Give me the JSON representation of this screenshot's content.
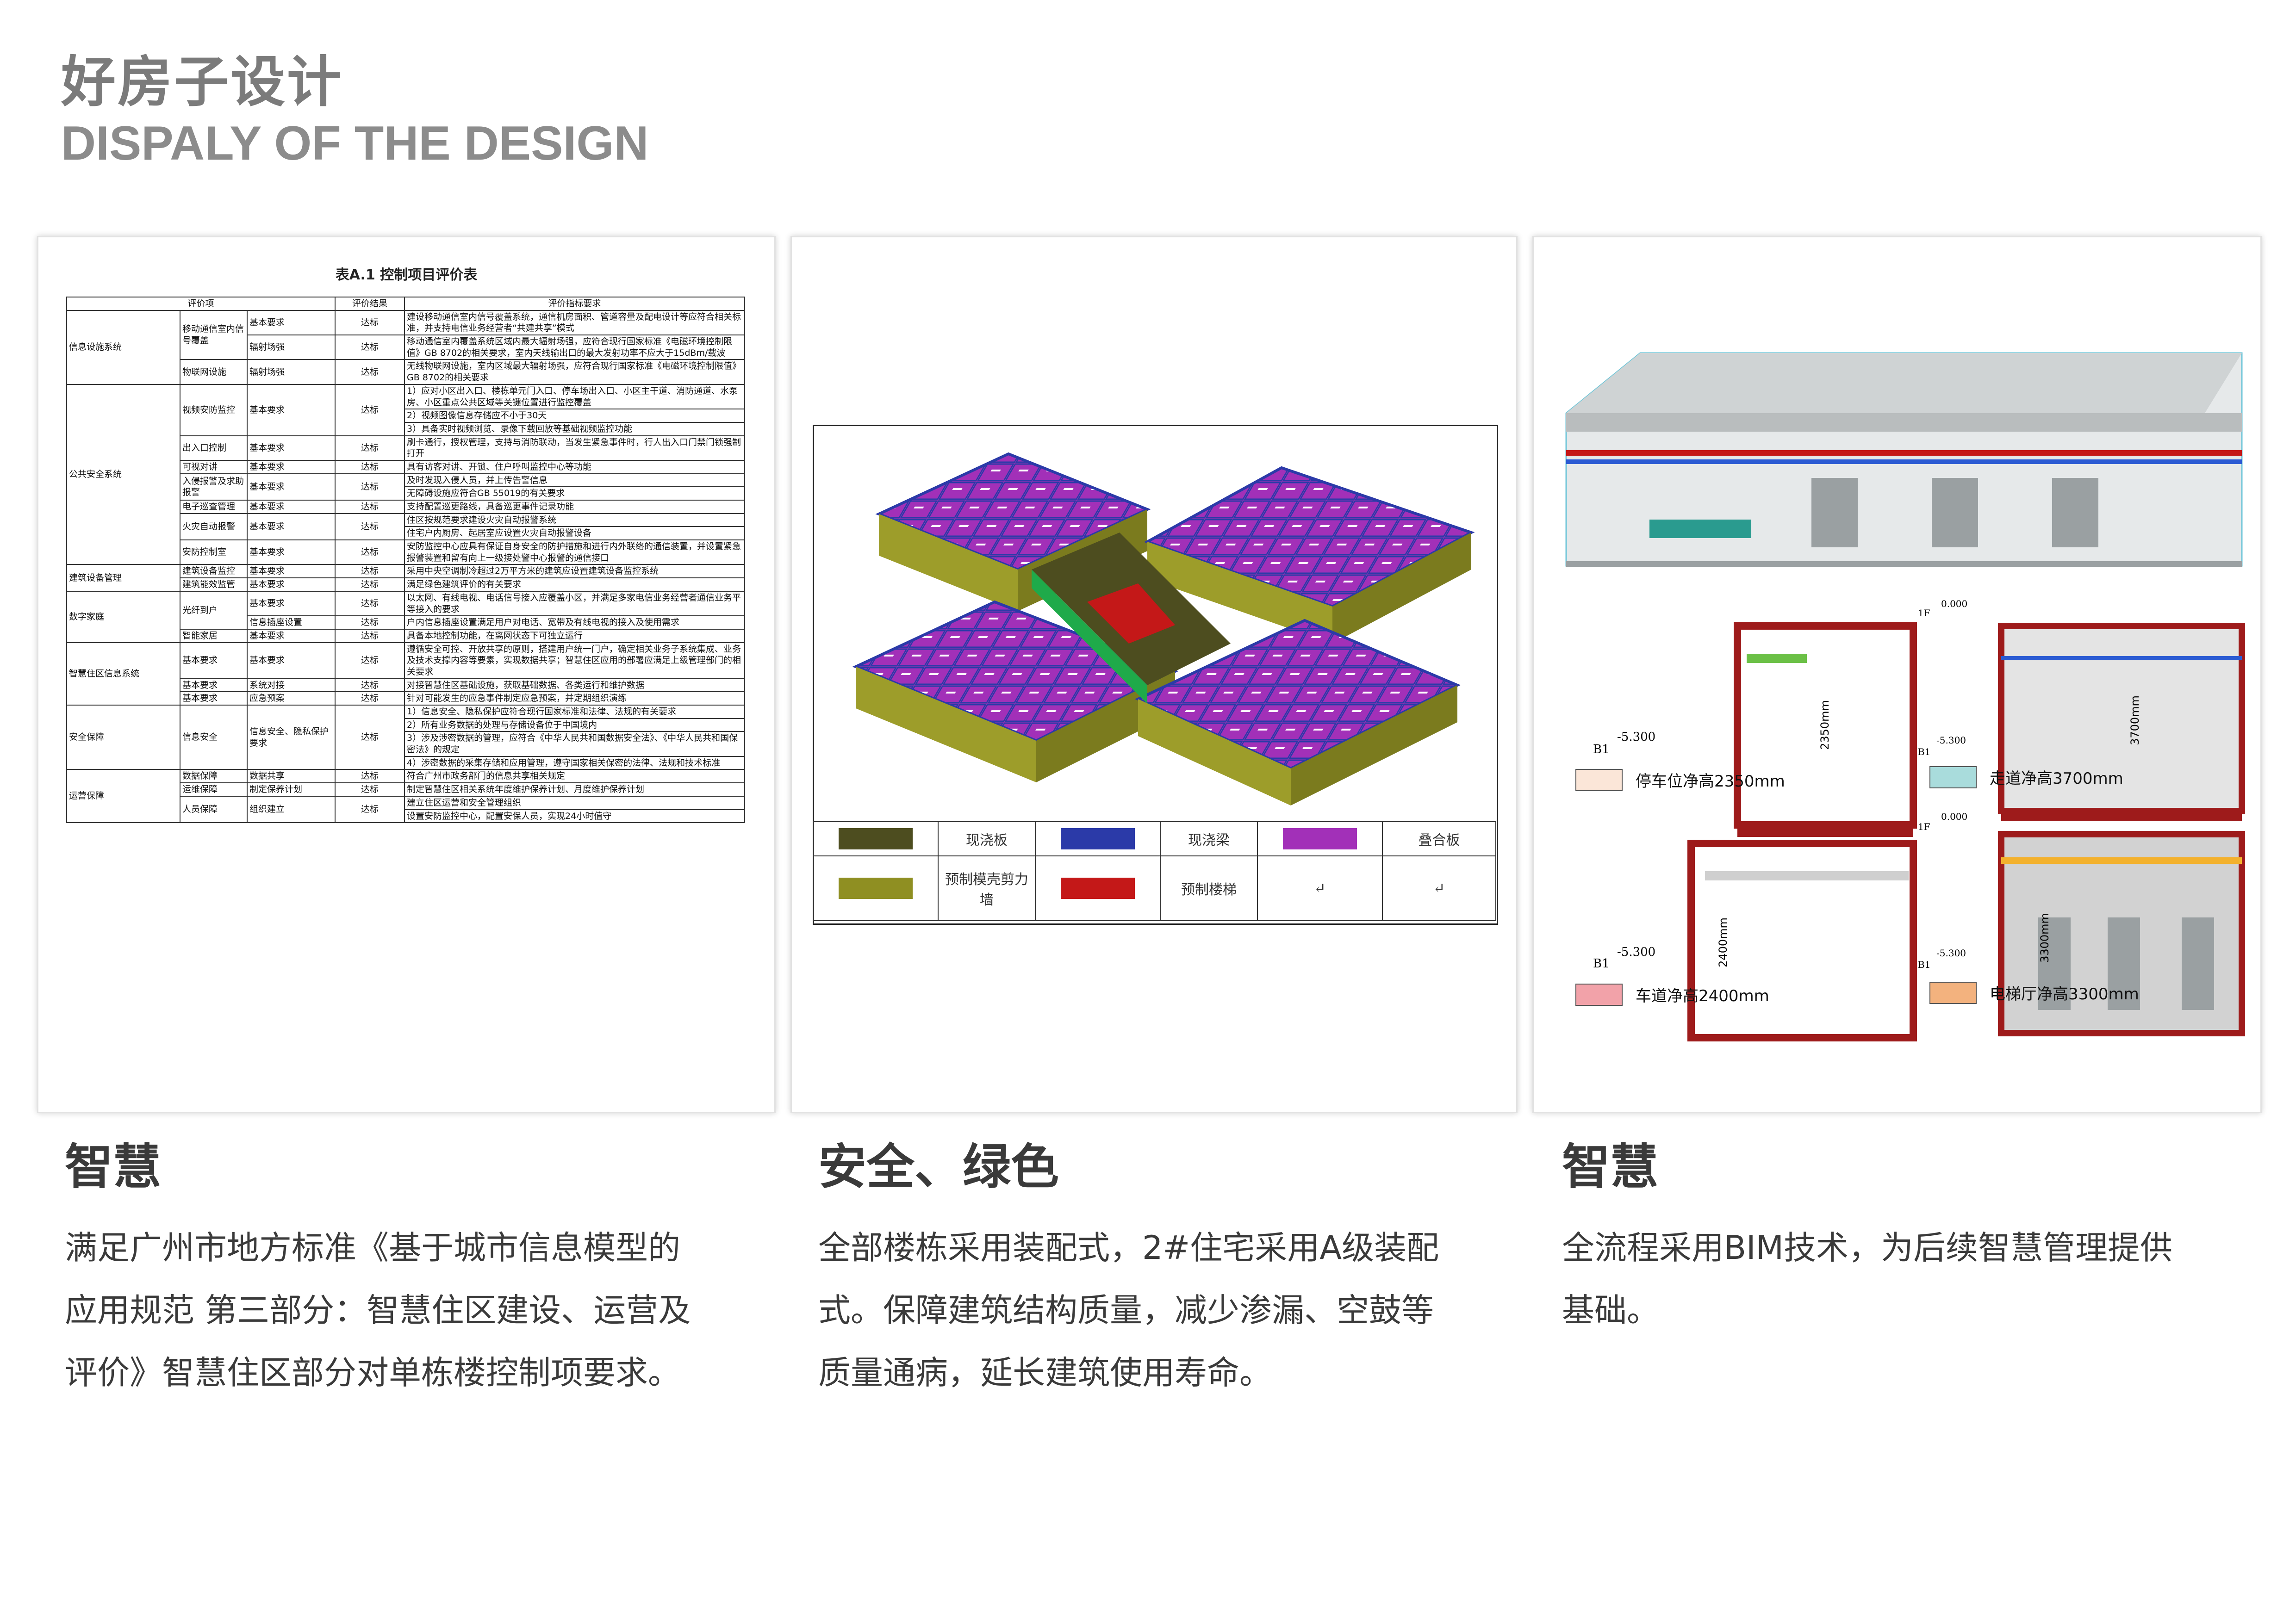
{
  "header": {
    "title_cn": "好房子设计",
    "title_en": "DISPALY OF THE DESIGN"
  },
  "panel1": {
    "doc_title": "表A.1 控制项目评价表",
    "columns": [
      "评价项",
      "评价结果",
      "评价指标要求"
    ],
    "rows": [
      {
        "cat": "信息设施系统",
        "sub": "移动通信室内信号覆盖",
        "item": "基本要求",
        "result": "达标",
        "req": "建设移动通信室内信号覆盖系统，通信机房面积、管道容量及配电设计等应符合相关标准，并支持电信业务经营者“共建共享”模式"
      },
      {
        "sub": "",
        "item": "辐射场强",
        "result": "达标",
        "req": "移动通信室内覆盖系统区域内最大辐射场强，应符合现行国家标准《电磁环境控制限值》GB 8702的相关要求，室内天线输出口的最大发射功率不应大于15dBm/载波"
      },
      {
        "sub": "物联网设施",
        "item": "辐射场强",
        "result": "达标",
        "req": "无线物联网设施，室内区域最大辐射场强，应符合现行国家标准《电磁环境控制限值》GB 8702的相关要求"
      },
      {
        "cat": "公共安全系统",
        "sub": "视频安防监控",
        "item": "基本要求",
        "result": "达标",
        "req": "1）应对小区出入口、楼栋单元门入口、停车场出入口、小区主干道、消防通道、水泵房、小区重点公共区域等关键位置进行监控覆盖"
      },
      {
        "req": "2）视频图像信息存储应不小于30天"
      },
      {
        "req": "3）具备实时视频浏览、录像下载回放等基础视频监控功能"
      },
      {
        "sub": "出入口控制",
        "item": "基本要求",
        "result": "达标",
        "req": "刷卡通行，授权管理，支持与消防联动，当发生紧急事件时，行人出入口门禁门锁强制打开"
      },
      {
        "sub": "可视对讲",
        "item": "基本要求",
        "result": "达标",
        "req": "具有访客对讲、开锁、住户呼叫监控中心等功能"
      },
      {
        "sub": "入侵报警及求助报警",
        "item": "基本要求",
        "result": "达标",
        "req": "及时发现入侵人员，并上传告警信息"
      },
      {
        "req": "无障碍设施应符合GB 55019的有关要求"
      },
      {
        "sub": "电子巡查管理",
        "item": "基本要求",
        "result": "达标",
        "req": "支持配置巡更路线，具备巡更事件记录功能"
      },
      {
        "sub": "火灾自动报警",
        "item": "基本要求",
        "result": "达标",
        "req": "住区按规范要求建设火灾自动报警系统"
      },
      {
        "req": "住宅户内厨房、起居室应设置火灾自动报警设备"
      },
      {
        "sub": "安防控制室",
        "item": "基本要求",
        "result": "达标",
        "req": "安防监控中心应具有保证自身安全的防护措施和进行内外联络的通信装置，并设置紧急报警装置和留有向上一级接处警中心报警的通信接口"
      },
      {
        "cat": "建筑设备管理",
        "sub": "建筑设备监控",
        "item": "基本要求",
        "result": "达标",
        "req": "采用中央空调制冷超过2万平方米的建筑应设置建筑设备监控系统"
      },
      {
        "sub": "建筑能效监管",
        "item": "基本要求",
        "result": "达标",
        "req": "满足绿色建筑评价的有关要求"
      },
      {
        "cat": "数字家庭",
        "sub": "光纤到户",
        "item": "基本要求",
        "result": "达标",
        "req": "以太网、有线电视、电话信号接入应覆盖小区，并满足多家电信业务经营者通信业务平等接入的要求"
      },
      {
        "item": "信息插座设置",
        "result": "达标",
        "req": "户内信息插座设置满足用户对电话、宽带及有线电视的接入及使用需求"
      },
      {
        "sub": "智能家居",
        "item": "基本要求",
        "result": "达标",
        "req": "具备本地控制功能，在离网状态下可独立运行"
      },
      {
        "cat": "智慧住区信息系统",
        "sub": "基本要求",
        "item": "基本要求",
        "result": "达标",
        "req": "遵循安全可控、开放共享的原则，搭建用户统一门户，确定相关业务子系统集成、业务及技术支撑内容等要素，实现数据共享；智慧住区应用的部署应满足上级管理部门的相关要求"
      },
      {
        "sub": "基本要求",
        "item": "系统对接",
        "result": "达标",
        "req": "对接智慧住区基础设施，获取基础数据、各类运行和维护数据"
      },
      {
        "sub": "基本要求",
        "item": "应急预案",
        "result": "达标",
        "req": "针对可能发生的应急事件制定应急预案，并定期组织演练"
      },
      {
        "cat": "安全保障",
        "sub": "信息安全",
        "item": "信息安全、隐私保护要求",
        "result": "达标",
        "req": "1）信息安全、隐私保护应符合现行国家标准和法律、法规的有关要求"
      },
      {
        "req": "2）所有业务数据的处理与存储设备位于中国境内"
      },
      {
        "req": "3）涉及涉密数据的管理，应符合《中华人民共和国数据安全法》、《中华人民共和国保密法》的规定"
      },
      {
        "req": "4）涉密数据的采集存储和应用管理，遵守国家相关保密的法律、法规和技术标准"
      },
      {
        "cat": "运营保障",
        "sub": "数据保障",
        "item": "数据共享",
        "result": "达标",
        "req": "符合广州市政务部门的信息共享相关规定"
      },
      {
        "sub": "运维保障",
        "item": "制定保养计划",
        "result": "达标",
        "req": "制定智慧住区相关系统年度维护保养计划、月度维护保养计划"
      },
      {
        "sub": "人员保障",
        "item": "组织建立",
        "result": "达标",
        "req": "建立住区运营和安全管理组织"
      },
      {
        "req": "设置安防监控中心，配置安保人员，实现24小时值守"
      }
    ]
  },
  "panel2": {
    "legend": [
      {
        "label": "现浇板",
        "color": "#4d4d1f"
      },
      {
        "label": "现浇梁",
        "color": "#2b3aa8"
      },
      {
        "label": "叠合板",
        "color": "#a230b8"
      },
      {
        "label": "预制模壳剪力墙",
        "color": "#8f8f22"
      },
      {
        "label": "预制楼梯",
        "color": "#c41818"
      },
      {
        "label": "↵",
        "color": ""
      }
    ]
  },
  "panel3": {
    "sections": [
      {
        "label": "停车位净高2350mm",
        "dim": "2350mm",
        "elev": "-5.300",
        "floor": "B1",
        "color": "#fbe6d8"
      },
      {
        "label": "走道净高3700mm",
        "dim": "3700mm",
        "elev": "-5.300",
        "floor": "B1",
        "top_elev": "0.000",
        "top_floor": "1F",
        "color": "#a9dcdc"
      },
      {
        "label": "车道净高2400mm",
        "dim": "2400mm",
        "elev": "-5.300",
        "floor": "B1",
        "color": "#f2a2a9"
      },
      {
        "label": "电梯厅净高3300mm",
        "dim": "3300mm",
        "elev": "-5.300",
        "floor": "B1",
        "top_elev": "0.000",
        "top_floor": "1F",
        "color": "#f3b27e"
      }
    ]
  },
  "captions": [
    {
      "title": "智慧",
      "body": [
        "满足广州市地方标准《基于城市信息模型的",
        "应用规范 第三部分：智慧住区建设、运营及",
        "评价》智慧住区部分对单栋楼控制项要求。"
      ]
    },
    {
      "title": "安全、绿色",
      "body": [
        "全部楼栋采用装配式，2#住宅采用A级装配",
        "式。保障建筑结构质量，减少渗漏、空鼓等",
        "质量通病，延长建筑使用寿命。"
      ]
    },
    {
      "title": "智慧",
      "body": [
        "全流程采用BIM技术，为后续智慧管理提供",
        "基础。"
      ]
    }
  ]
}
